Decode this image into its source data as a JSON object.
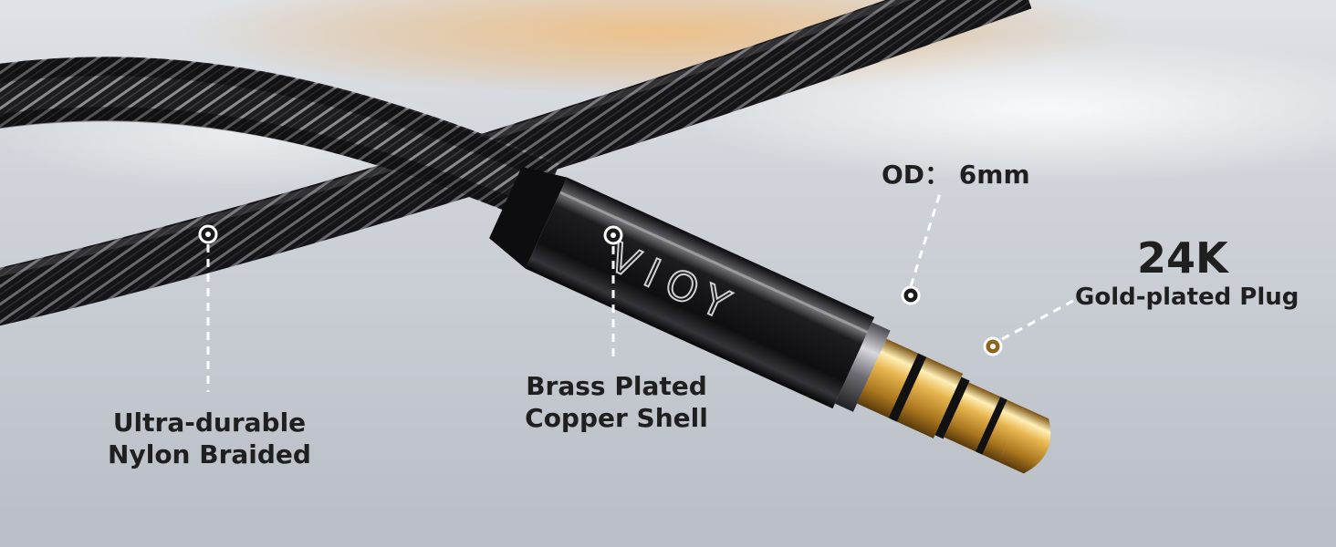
{
  "image": {
    "subject": "braided audio cable with 3.5mm gold-plated jack",
    "brand_text": "VIOY",
    "colors": {
      "background_light": "#e6e8ec",
      "background_warm": "#e9b67a",
      "cable_black": "#1c1c1e",
      "shell_black": "#111113",
      "gold": "#d8a84a",
      "label_text": "#1f1f1f",
      "callout_line": "#ffffff"
    }
  },
  "callouts": {
    "nylon": {
      "line1": "Ultra-durable",
      "line2": "Nylon Braided"
    },
    "shell": {
      "line1": "Brass Plated",
      "line2": "Copper Shell"
    },
    "od": {
      "text": "OD： 6mm"
    },
    "plug": {
      "headline": "24K",
      "subline": "Gold-plated Plug"
    }
  }
}
